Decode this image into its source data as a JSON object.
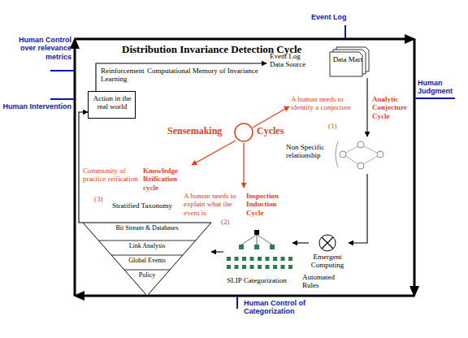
{
  "diagram": {
    "nodes": [
      {
        "text": [
          "Distribution Invariance Detection Cycle"
        ]
      },
      {
        "text": [
          "Action in the real world"
        ],
        "in": 0
      },
      {
        "text": [
          "Event Log Data Source",
          "Data Mart"
        ],
        "in": 0
      },
      {
        "text": [
          "Sensemaking",
          "Cycles"
        ],
        "in": 0
      },
      {
        "text": [
          "Non Specific relationship"
        ],
        "in": 0
      },
      {
        "text": [
          "Emergent Computing"
        ],
        "in": 0
      },
      {
        "text": [
          "SLIP Categorization"
        ],
        "in": 0
      },
      {
        "text": [
          "Stratified Taxonomy"
        ],
        "in": 0
      },
      {
        "text": [
          "Bit Stream & Databases"
        ],
        "in": 7
      },
      {
        "text": [
          "Link Analysis"
        ],
        "in": 7
      },
      {
        "text": [
          "Global Events"
        ],
        "in": 7
      },
      {
        "text": [
          "Policy"
        ],
        "in": 7
      }
    ],
    "edges": [
      {
        "from": 1,
        "to": 2,
        "arrow": "to"
      },
      {
        "from": 2,
        "to": 4,
        "arrow": "to"
      },
      {
        "from": 4,
        "to": 5,
        "arrow": "to"
      },
      {
        "from": 5,
        "to": 6,
        "arrow": "to"
      },
      {
        "from": 6,
        "to": 7,
        "arrow": "to"
      },
      {
        "from": 7,
        "to": 1,
        "arrow": "to"
      }
    ],
    "labels": [
      "Event Log",
      "Human Control over relevance metrics",
      "Human Judgment",
      "Human Intervention",
      "Human Control of Categorization",
      "Reinforcement Learning",
      "Computational Memory of Invariance",
      "A human needs to identify a conjecture",
      "Analytic Conjecture Cycle",
      "(1)",
      "A human needs to explain what the event is",
      "(2)",
      "Inspection Induction Cycle",
      "Community of practice reification",
      "Knowledge Reification cycle",
      "(3)",
      "Automated Rules"
    ]
  }
}
